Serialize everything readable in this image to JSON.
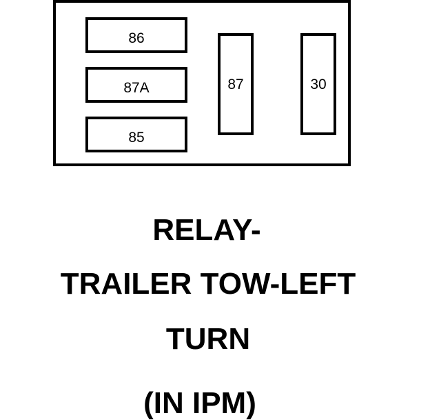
{
  "relay": {
    "pins": {
      "p86": "86",
      "p87a": "87A",
      "p85": "85",
      "p87": "87",
      "p30": "30"
    }
  },
  "caption": {
    "line1": "RELAY-",
    "line2": "TRAILER TOW-LEFT",
    "line3": "TURN",
    "line4": "(IN IPM)"
  }
}
